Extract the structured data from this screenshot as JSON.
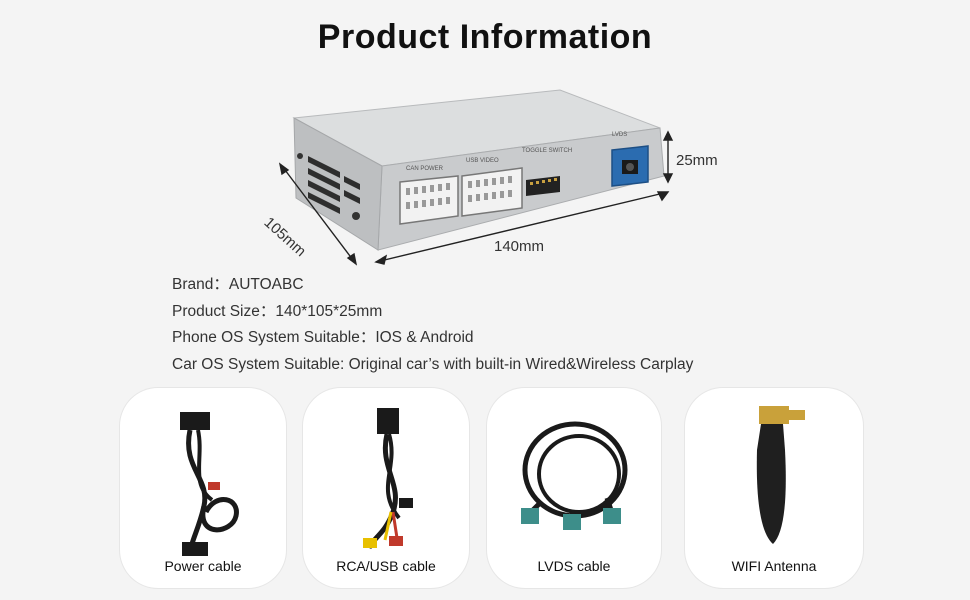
{
  "page_title": "Product Information",
  "product": {
    "dimensions": {
      "height": "25mm",
      "width": "140mm",
      "depth": "105mm"
    },
    "panel_labels": {
      "can_power": "CAN POWER",
      "usb_video": "USB VIDEO",
      "toggle_switch": "TOGGLE SWITCH",
      "lvds": "LVDS"
    }
  },
  "specs": [
    {
      "text": "Brand：AUTOABC"
    },
    {
      "text": "Product Size：140*105*25mm"
    },
    {
      "text": "Phone OS System Suitable：IOS & Android"
    },
    {
      "text": "Car OS System Suitable: Original car’s with built-in Wired&Wireless Carplay"
    }
  ],
  "accessories": [
    {
      "label": "Power cable"
    },
    {
      "label": "RCA/USB cable"
    },
    {
      "label": "LVDS cable"
    },
    {
      "label": "WIFI Antenna"
    }
  ],
  "colors": {
    "box_top": "#d9dbdc",
    "box_front": "#c7c9cb",
    "connector_blue": "#2b6cb0",
    "fakra_teal": "#3d8e8a",
    "rca_yellow": "#e8c000",
    "rca_red": "#c0392b",
    "antenna_gold": "#c9a13a"
  }
}
